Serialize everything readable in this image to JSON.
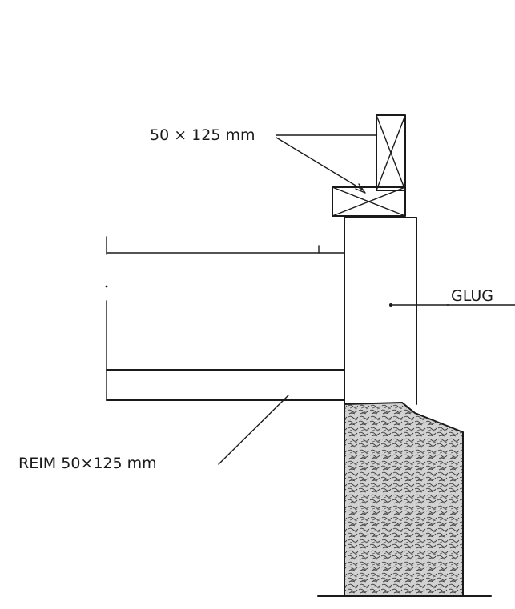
{
  "labels": {
    "top_dimension": "50 × 125 mm",
    "right_label": "GLUG",
    "bottom_label": "REIM  50×125 mm"
  },
  "colors": {
    "ink": "#1a1a1a",
    "paper": "#ffffff",
    "stone_fill": "#c9c9c9"
  }
}
